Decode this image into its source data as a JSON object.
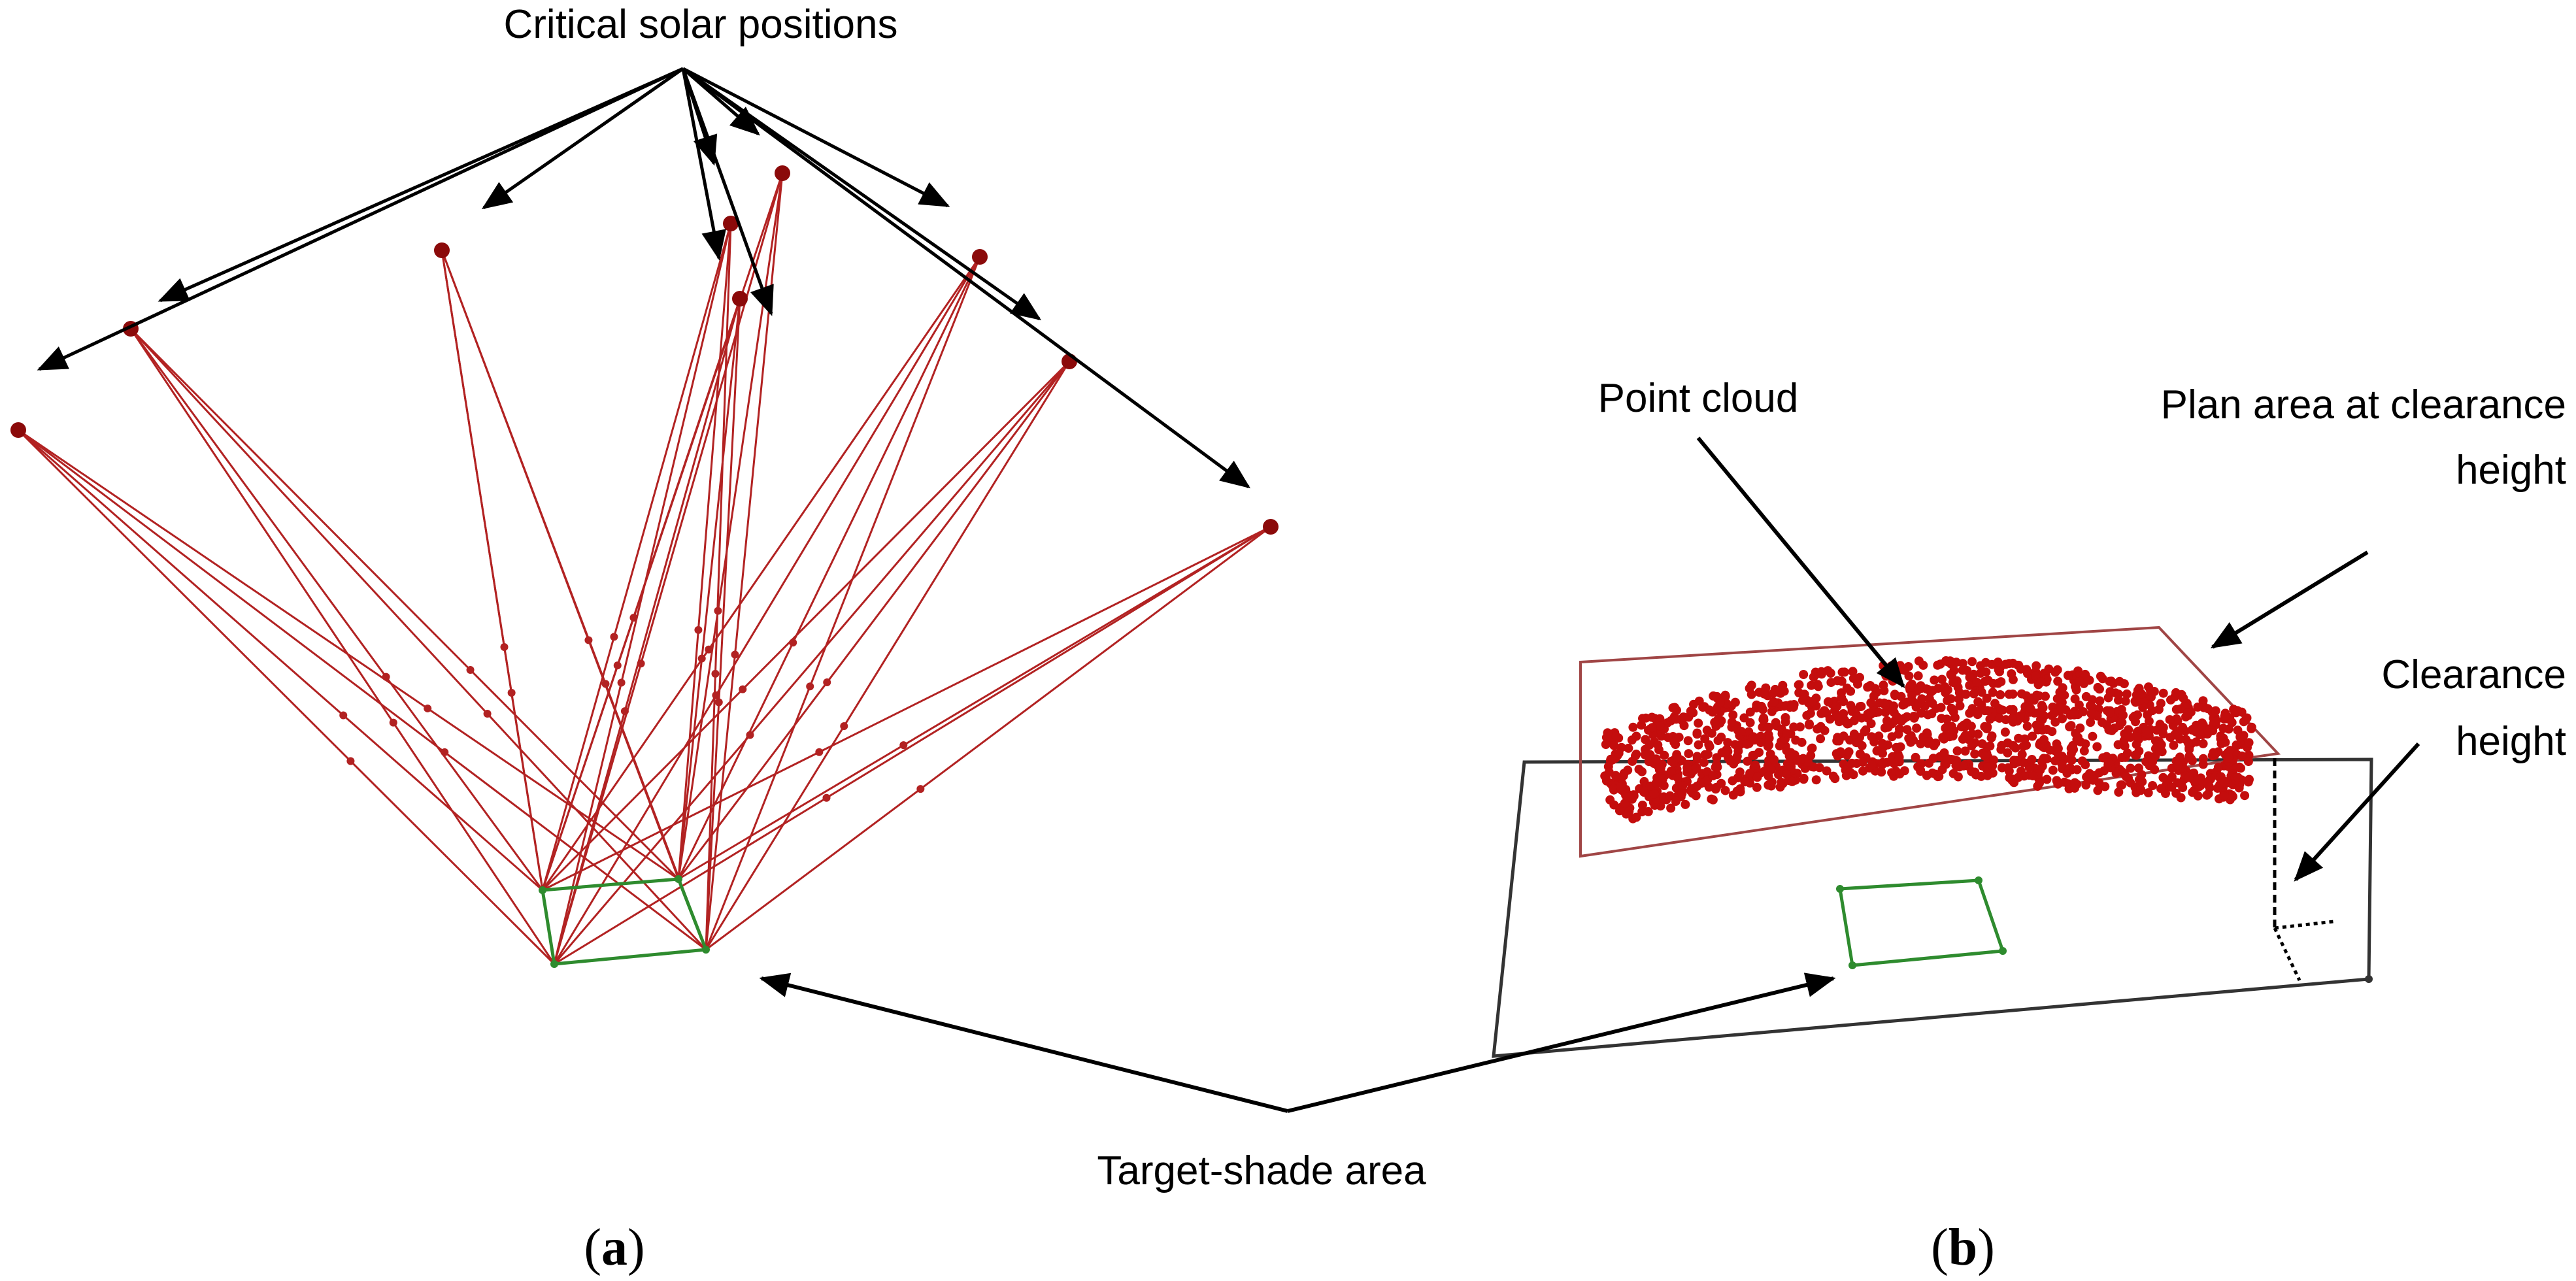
{
  "labels": {
    "critical_solar_positions": "Critical solar positions",
    "point_cloud": "Point cloud",
    "plan_area_line1": "Plan area at clearance",
    "plan_area_line2": "height",
    "clearance_line1": "Clearance",
    "clearance_line2": "height",
    "target_shade_area": "Target-shade area",
    "panel_a_open": "(",
    "panel_a_letter": "a",
    "panel_a_close": ")",
    "panel_b_open": "(",
    "panel_b_letter": "b",
    "panel_b_close": ")"
  },
  "colors": {
    "ray": "#b22222",
    "sun": "#8b0a0a",
    "point_cloud": "#c40d0d",
    "target_area": "#2e8b2e",
    "plan_area_outline": "#a04545",
    "ground_plane": "#333333",
    "annotation": "#000000"
  }
}
